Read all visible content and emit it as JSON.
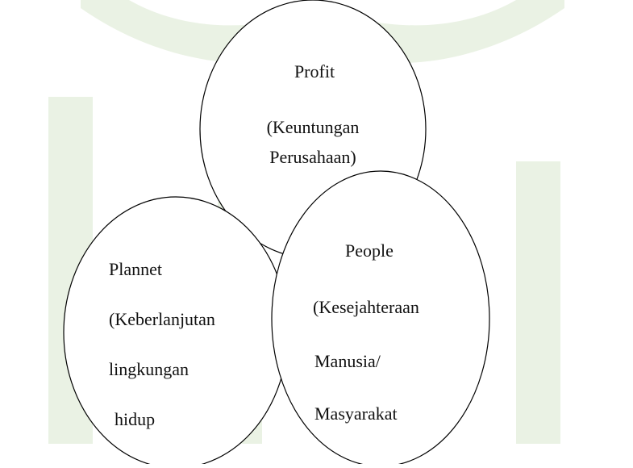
{
  "diagram": {
    "watermark": {
      "color": "#eaf2e4"
    },
    "colors": {
      "stroke": "#000000",
      "fill": "#ffffff",
      "text": "#111111"
    },
    "profit": {
      "title": "Profit",
      "line1": "(Keuntungan",
      "line2": "Perusahaan)"
    },
    "planet": {
      "title": "Plannet",
      "line1": "(Keberlanjutan",
      "line2": "lingkungan",
      "line3": "hidup"
    },
    "people": {
      "title": "People",
      "line1": "(Kesejahteraan",
      "line2": "Manusia/",
      "line3": "Masyarakat"
    }
  }
}
